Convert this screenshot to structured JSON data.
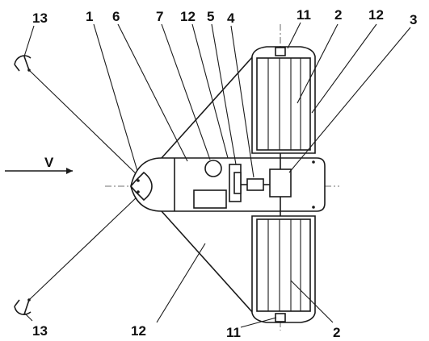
{
  "labels": {
    "anchor": "13",
    "body_nose": "1",
    "hull": "6",
    "gauge": "7",
    "line": "12",
    "coupling": "5",
    "shaft": "4",
    "end_float": "11",
    "rotor": "2",
    "gearbox": "3"
  },
  "velocity_label": "V"
}
